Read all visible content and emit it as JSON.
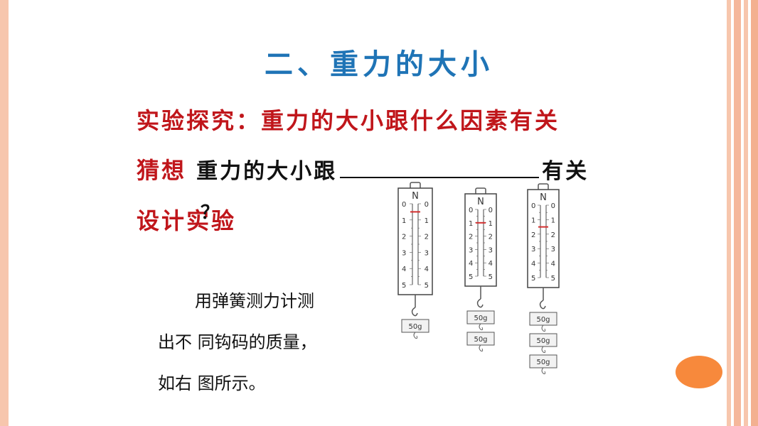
{
  "title": "二、重力的大小",
  "experiment": {
    "label": "实验探究：重力的大小跟什么因素有关"
  },
  "guess": {
    "label": "猜想",
    "text_before": "重力的大小跟",
    "text_after": "有关"
  },
  "design": {
    "label": "设计实验",
    "mark": "？"
  },
  "description": [
    "用弹簧测力计测",
    "出不 同钩码的质量，",
    "如右 图所示。"
  ],
  "scales": {
    "unit": "N",
    "scale_marks": [
      "0",
      "1",
      "2",
      "3",
      "4",
      "5"
    ],
    "weight_label": "50g",
    "readings": [
      {
        "weights": 1,
        "reading_n": 0.5
      },
      {
        "weights": 2,
        "reading_n": 1.0
      },
      {
        "weights": 3,
        "reading_n": 1.5
      }
    ]
  },
  "colors": {
    "title": "#1f74b6",
    "heading": "#c0161b",
    "text": "#111111",
    "stripe": "#f7c6ad",
    "accent_dot": "#f7893c",
    "pointer": "#d32f2f"
  }
}
